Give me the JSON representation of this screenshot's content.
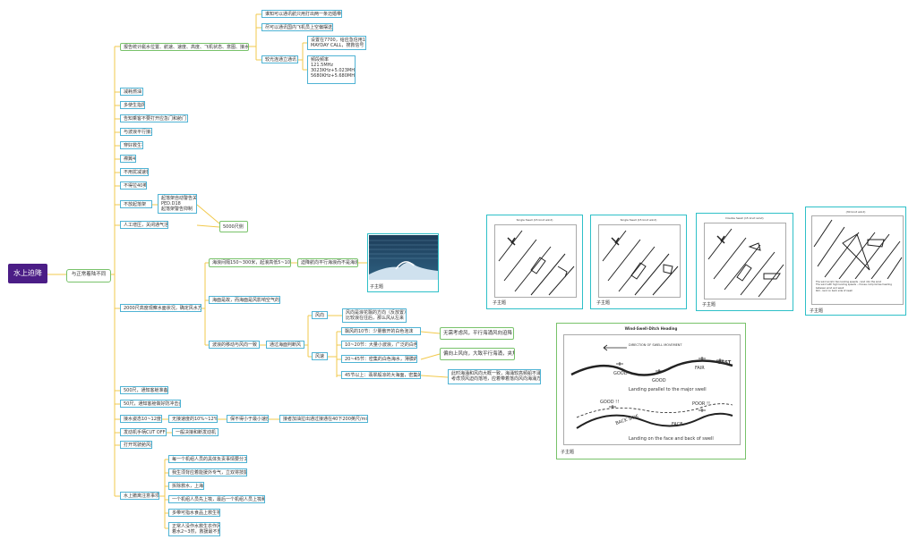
{
  "root": "水上迫降",
  "l1": "与正常着陆不同",
  "top_group": {
    "branch": "报告统计艇水位置、航速、速度、高度、飞机状态、意图、接水预计时间",
    "items": [
      "谁知可以通讯航只用打出两一条迈婚带",
      "尽可以通讯国内飞机员上空偏摆送期"
    ],
    "radio_label": "较光连通立通讯",
    "radio_a": "设置在7700，给应急信用108\nMAYDAY CALL，搜救信号",
    "radio_b": "频段频率\n121.5MHz\n3023KHz+5.023MHz\n5680KHz+5.680MHz"
  },
  "mid_items": [
    "减耗燃油",
    "多使生指挥",
    "告知乘客不要打开应急门和舱门",
    "与波浪平行接水",
    "穿好救生衣",
    "襟翼45",
    "不用扰减速板",
    "不得拉40英寸"
  ],
  "drop": {
    "label": "不放起落架",
    "note": "起落架自动警告关\nPED.D18\n起落架警告抑制"
  },
  "manual": "人工增压，关闭通气活门",
  "k5000": "5000尺侧",
  "wave": {
    "main": "海浪间隔150~300米，起浪高低5~10度",
    "sub": "迫降航向平行海浪而不是海浪",
    "photo_label": "子主题",
    "b2000": "2000尺高度观察水面状况，确定风水方向",
    "sea": "海面是故，而海面是风影响空气的反应",
    "mix": "波浪的移动与风向一致",
    "judge": "通过海面判断风",
    "wind_dir": "风向",
    "wind_speed": "风速",
    "dir_note": "风向是浪花飘的方向（反放置）\n比较浪在往后，那么风从左来",
    "speed_rows": [
      "飘风的10节：少量散开的白色泡沫",
      "10~20节：大量小波浪，广泛的白色泡沫",
      "20~45节：密集的白色海水，薄膜的波浪",
      "45节以上：翡翠般凉的大海面，密集的飞沫和浪溅沫"
    ],
    "box_a": "无需考虑风，平行海涌风向迫降",
    "box_b": "偏向上风向，大致平行海涌，夹角小于45度",
    "box_c": "此时海涌和风向大概一致，海涌较高频船不涌\n考虑顶风迫向落地，应着带着落向风向海涌方向落"
  },
  "bottom_group": {
    "items": [
      "500尺，通知客舱准备接水",
      "50尺，通知客舱做好防冲击姿势"
    ],
    "pitch": "接水姿态10~12度",
    "sink": "无接速度的10%~12%",
    "sink_note": "保不得小于最小速度",
    "rate": "接者加油拉出通过接通在40下200英尺/min下沉速",
    "engine": "发动机手柄CUT OFF位",
    "engine_note": "一般决接和断发动机",
    "exit": "打开驾驶舱风挡",
    "after": "水上撤离注意事项",
    "after_items": [
      "每一个机组人员的具体负责事情要分工明确",
      "我生须背应着能援外专气，立双将技能使",
      "拆除救水，上海",
      "一个机组人员先上筏，最后一个机组人员上筏和解释子",
      "多带可指水食品上救生筏",
      "正常人没作水救生衣作风\n着水2~3然，救援最不重要"
    ]
  },
  "cards": [
    {
      "title": "Single Swell (15 knot wind)",
      "label": "子主题"
    },
    {
      "title": "Single Swell (15 knot wind)",
      "label": "子主题"
    },
    {
      "title": "Double Swell (15 knot wind)",
      "label": "子主题"
    },
    {
      "title": "(30 knot wind)",
      "label": "子主题",
      "text": "The wind and/or two landing speeds - land into the wind\nThe wind with high landing speeds - choose compromise heading between wind and swell\nRoll - land on back side of swell"
    }
  ],
  "wwd": {
    "title": "Wind-Swell-Ditch Heading",
    "direction": "DIRECTION OF\nSWELL MOVEMENT",
    "good1": "GOOD",
    "good2": "GOOD",
    "fair": "FAIR",
    "best": "BEST",
    "cap1": "Landing parallel to the major swell",
    "good_bang": "GOOD !!",
    "poor": "POOR !!",
    "back": "BACK SIDE",
    "face": "FACE",
    "cap2": "Landing on the face and back of swell",
    "label": "子主题"
  },
  "colors": {
    "root": "#4b1d86",
    "line": "#f2c94c",
    "teal": "#2ec0c8",
    "green": "#78c26a",
    "blue": "#4fb3d4"
  }
}
